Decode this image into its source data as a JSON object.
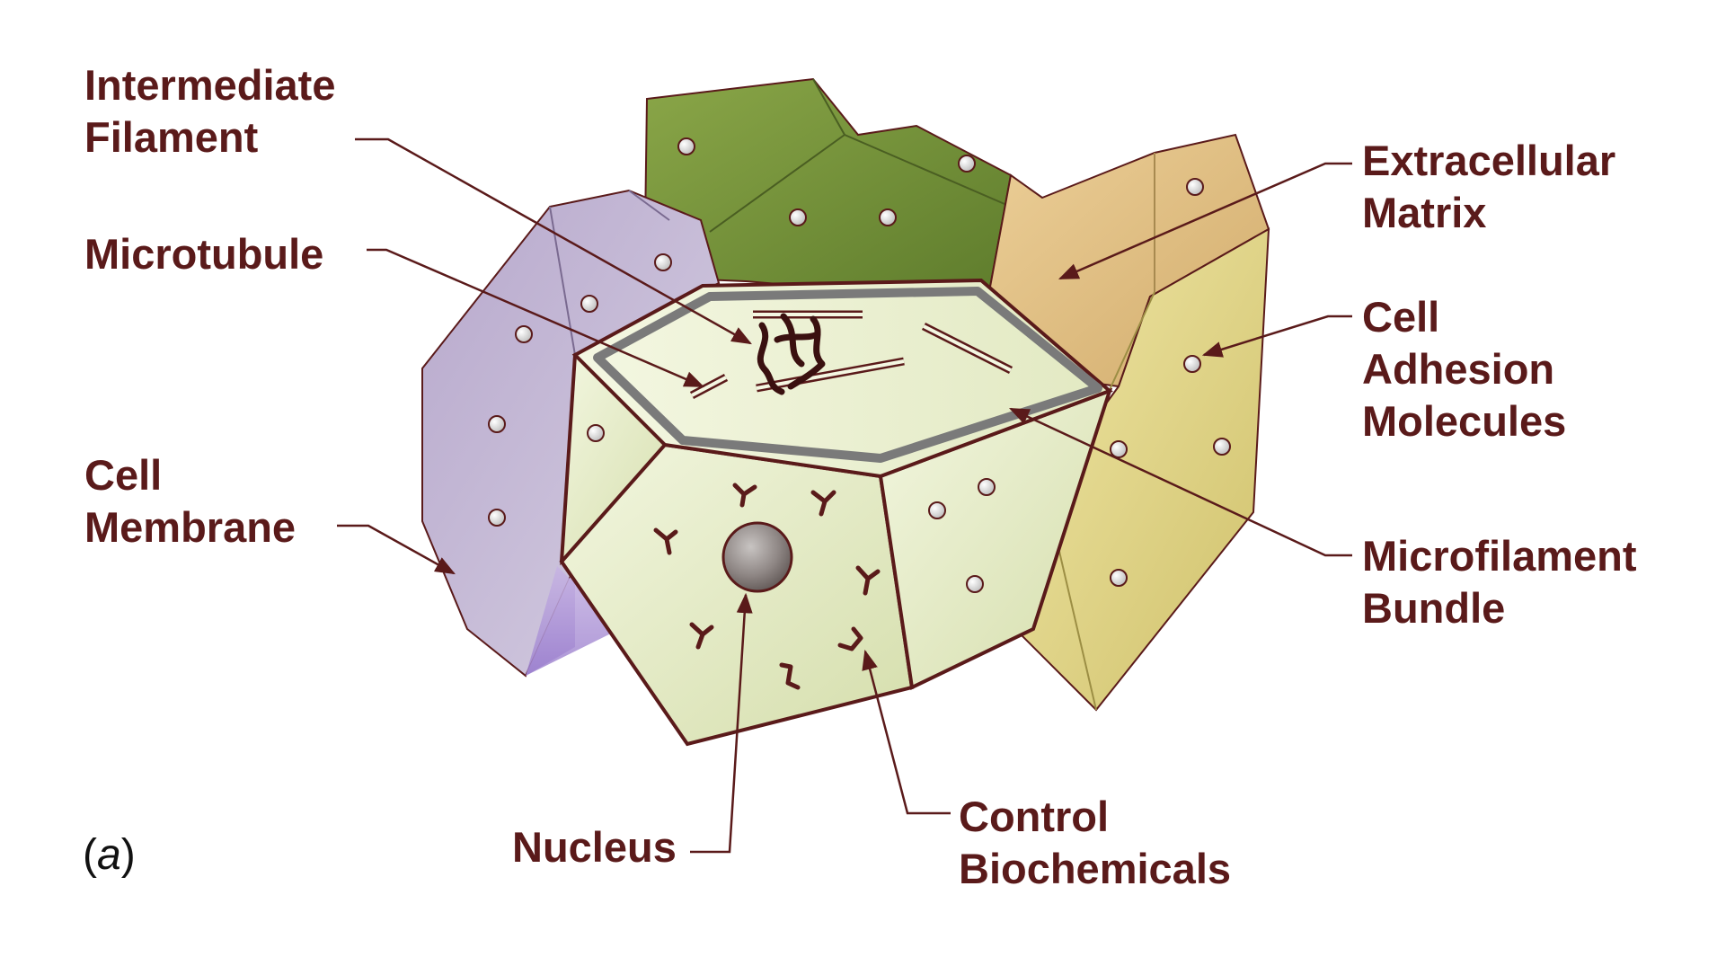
{
  "panel_label": {
    "open": "(",
    "letter": "a",
    "close": ")"
  },
  "labels": {
    "intermediate_filament": [
      "Intermediate",
      "Filament"
    ],
    "microtubule": [
      "Microtubule"
    ],
    "cell_membrane": [
      "Cell",
      "Membrane"
    ],
    "nucleus": [
      "Nucleus"
    ],
    "control_biochemicals": [
      "Control",
      "Biochemicals"
    ],
    "extracellular_matrix": [
      "Extracellular",
      "Matrix"
    ],
    "cell_adhesion_molecules": [
      "Cell",
      "Adhesion",
      "Molecules"
    ],
    "microfilament_bundle": [
      "Microfilament",
      "Bundle"
    ]
  },
  "colors": {
    "label_text": "#5a1a1a",
    "outline": "#5a1a1a",
    "leader_line": "#5a1a1a",
    "central_cell_face": "#e4ecc4",
    "central_cell_top": "#e9efcf",
    "back_green_cell": "#7f9a3e",
    "left_purple_cell": "#c3b4d6",
    "right_tan_cell": "#e3c48e",
    "right_yellow_cell": "#e0d68a",
    "microfilament_ring": "#7a7a7a",
    "nucleus": "#8a8482"
  }
}
